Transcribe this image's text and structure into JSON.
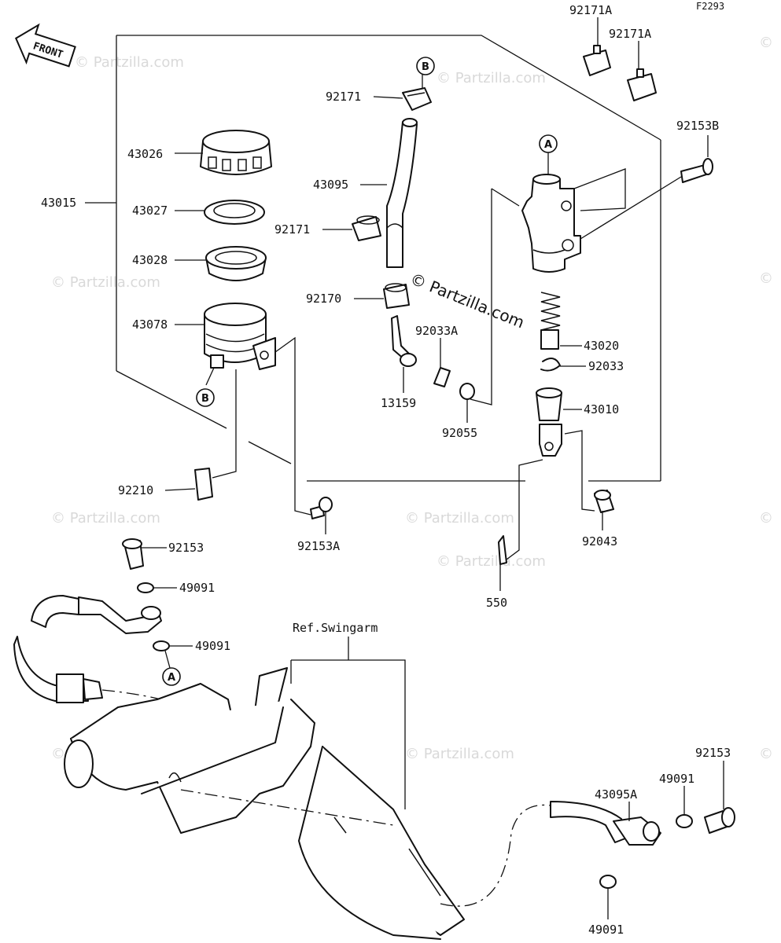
{
  "diagram": {
    "code": "F2293",
    "front_label": "FRONT",
    "ref_label": "Ref.Swingarm",
    "copyright_center": "© Partzilla.com",
    "watermark": "© Partzilla.com",
    "callouts": {
      "a_top": "A",
      "a_bottom": "A",
      "b_top": "B",
      "b_bottom": "B"
    },
    "parts": {
      "p92171A_1": "92171A",
      "p92171A_2": "92171A",
      "p92153B": "92153B",
      "p92171_top": "92171",
      "p43026": "43026",
      "p43095": "43095",
      "p43015": "43015",
      "p43027": "43027",
      "p92171_mid": "92171",
      "p43028": "43028",
      "p92170": "92170",
      "p43078": "43078",
      "p92033A": "92033A",
      "p43020": "43020",
      "p92033": "92033",
      "p13159": "13159",
      "p43010": "43010",
      "p92055": "92055",
      "p92210": "92210",
      "p92153A": "92153A",
      "p92043": "92043",
      "p92153_left": "92153",
      "p49091_left1": "49091",
      "p550": "550",
      "p49091_left2": "49091",
      "p92153_right": "92153",
      "p43095A": "43095A",
      "p49091_right1": "49091",
      "p49091_right2": "49091"
    }
  }
}
